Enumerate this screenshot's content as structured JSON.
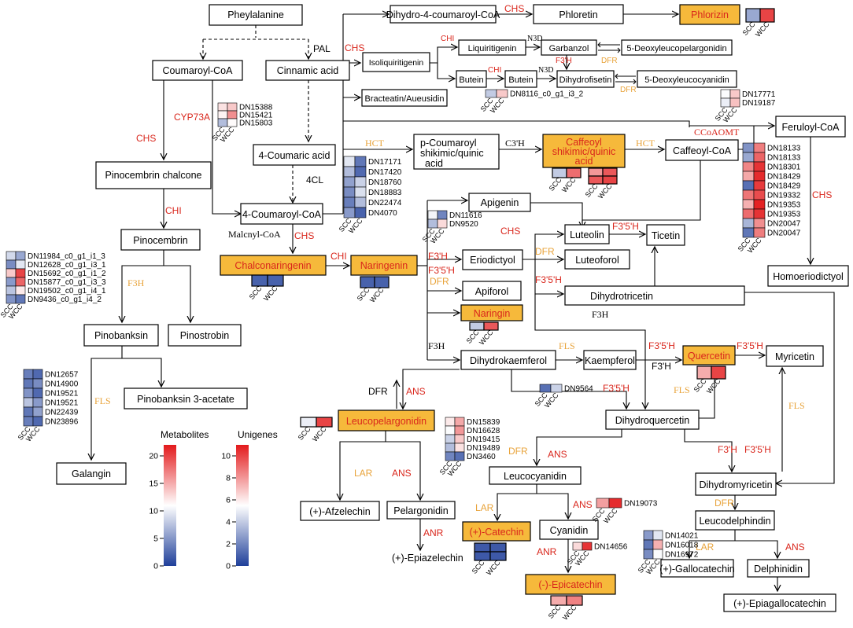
{
  "colors": {
    "highlight_fill": "#f6b93b",
    "enzyme_red": "#d9261c",
    "enzyme_orange": "#e8a33a",
    "scale_low": "#1f3f9a",
    "scale_mid": "#ffffff",
    "scale_high": "#e31a1c"
  },
  "compounds": {
    "phe": "Pheylalanine",
    "coumaroyl_coa": "Coumaroyl-CoA",
    "cinnamic": "Cinnamic acid",
    "coumaric_4": "4-Coumaric acid",
    "coumaroyl_coa_4": "4-Coumaroyl-CoA",
    "pinocembrin_chalcone": "Pinocembrin chalcone",
    "pinocembrin": "Pinocembrin",
    "pinobanksin": "Pinobanksin",
    "pinostrobin": "Pinostrobin",
    "pinobanksin_acetate": "Pinobanksin 3-acetate",
    "galangin": "Galangin",
    "dihydro_coumaroyl": "Dihydro-4-coumaroyl-CoA",
    "phloretin": "Phloretin",
    "phlorizin": "Phlorizin",
    "isoliquiritigenin": "Isoliquiritigenin",
    "liquiritigenin": "Liquiritigenin",
    "garbanzol": "Garbanzol",
    "deoxyleucopelargonidin": "5-Deoxyleucopelargonidin",
    "butein1": "Butein",
    "butein2": "Butein",
    "dihydrofisetin": "Dihydrofisetin",
    "deoxyleucocyanidin": "5-Deoxyleucocyanidin",
    "bracteatin": "Bracteatin/Aueusidin",
    "p_coumaroyl_l1": "p-Coumaroyl",
    "p_coumaroyl_l2": "shikimic/quinic",
    "p_coumaroyl_l3": "acid",
    "caffeoyl_shik_l1": "Caffeoyl",
    "caffeoyl_shik_l2": "shikimic/quinic",
    "caffeoyl_shik_l3": "acid",
    "caffeoyl_coa": "Caffeoyl-CoA",
    "feruloyl_coa": "Feruloyl-CoA",
    "homoeriodictyol": "Homoeriodictyol",
    "chalconaringenin": "Chalconaringenin",
    "naringenin": "Naringenin",
    "apigenin": "Apigenin",
    "eriodictyol": "Eriodictyol",
    "luteolin": "Luteolin",
    "ticetin": "Ticetin",
    "luteoforol": "Luteoforol",
    "apiforol": "Apiforol",
    "naringin": "Naringin",
    "dihydrotricetin": "Dihydrotricetin",
    "dihydrokaempferol": "Dihydrokaemferol",
    "kaempferol": "Kaempferol",
    "quercetin": "Quercetin",
    "myricetin": "Myricetin",
    "leucopelargonidin": "Leucopelargonidin",
    "dihydroquercetin": "Dihydroquercetin",
    "leucocyanidin": "Leucocyanidin",
    "dihydromyricetin": "Dihydromyricetin",
    "afzelechin": "(+)-Afzelechin",
    "pelargonidin": "Pelargonidin",
    "epiazelechin": "(+)-Epiazelechin",
    "catechin": "(+)-Catechin",
    "cyanidin": "Cyanidin",
    "epicatechin": "(-)-Epicatechin",
    "leucodelphinidin": "Leucodelphindin",
    "gallocatechin": "(+)-Gallocatechin",
    "delphinidin": "Delphinidin",
    "epigallocatechin": "(+)-Epiagallocatechin"
  },
  "enzymes": {
    "pal": "PAL",
    "cyp73a": "CYP73A",
    "chs_left": "CHS",
    "chi_left": "CHI",
    "f3h_left": "F3H",
    "fls_left": "FLS",
    "cl4": "4CL",
    "malonyl": "Malcnyl-CoA",
    "chs_mid": "CHS",
    "chi_mid": "CHI",
    "chs_top": "CHS",
    "chs_top2": "CHS",
    "chi_small": "CHI",
    "n3d_1": "N3D",
    "f3h_small": "F3'H",
    "dfr_small1": "DFR",
    "chi_small2": "CHI",
    "n3d_2": "N3D",
    "dfr_small2": "DFR",
    "hct1": "HCT",
    "c3h": "C3'H",
    "hct2": "HCT",
    "ccoaomt": "CCoAOMT",
    "chs_right": "CHS",
    "chs_api": "CHS",
    "f3h_erio": "F3'H",
    "f35h_erio": "F3'5'H",
    "dfr_lute": "DFR",
    "f35h_lute": "F3'5'H",
    "dfr_api": "DFR",
    "f35h_dht": "F3'5'H",
    "f3h_dht": "F3H",
    "f3h_dhk": "F3H",
    "fls_dhk": "FLS",
    "f35h_k": "F3'5'H",
    "f3h_k": "F3'H",
    "f35h_q": "F3'5'H",
    "f35h_dhq": "F3'5'H",
    "fls_q": "FLS",
    "fls_myr": "FLS",
    "dfr_lp": "DFR",
    "ans_lp": "ANS",
    "dfr_lc": "DFR",
    "ans_lc": "ANS",
    "lar_afz": "LAR",
    "ans_pel": "ANS",
    "anr_epz": "ANR",
    "lar_cat": "LAR",
    "ans_cya": "ANS",
    "anr_epi": "ANR",
    "f3h_dhm": "F3'H",
    "f35h_dhm": "F3'5'H",
    "dfr_ld": "DFR",
    "lar_gc": "LAR",
    "ans_del": "ANS"
  },
  "sample_labels": {
    "a": "SCC",
    "b": "WCC"
  },
  "heatmaps": {
    "cyp73a": {
      "genes": [
        "DN15388",
        "DN15421",
        "DN15803"
      ],
      "values": [
        [
          6.2,
          6.8
        ],
        [
          5.8,
          8.2
        ],
        [
          3.6,
          5.6
        ]
      ]
    },
    "cl4": {
      "genes": [
        "DN17171",
        "DN17420",
        "DN18760",
        "DN18883",
        "DN22474",
        "DN4070"
      ],
      "values": [
        [
          4.8,
          1.6
        ],
        [
          3.6,
          1.2
        ],
        [
          2.8,
          4.2
        ],
        [
          2.2,
          4.6
        ],
        [
          1.8,
          3.6
        ],
        [
          2.6,
          1.0
        ]
      ]
    },
    "f3h_left": {
      "genes": [
        "DN11984_c0_g1_i1_3",
        "DN12628_c0_g1_i3_1",
        "DN15692_c0_g1_i1_2",
        "DN15877_c0_g1_i3_3",
        "DN19502_c0_g1_i4_1",
        "DN9436_c0_g1_i4_2"
      ],
      "values": [
        [
          4.4,
          3.0
        ],
        [
          2.2,
          4.8
        ],
        [
          6.8,
          10.0
        ],
        [
          2.6,
          9.2
        ],
        [
          3.8,
          6.0
        ],
        [
          2.4,
          1.6
        ]
      ]
    },
    "fls_left": {
      "genes": [
        "DN12657",
        "DN14900",
        "DN19521",
        "DN19521",
        "DN22439",
        "DN23896"
      ],
      "values": [
        [
          1.8,
          1.2
        ],
        [
          1.6,
          2.2
        ],
        [
          2.4,
          1.2
        ],
        [
          3.8,
          2.6
        ],
        [
          1.6,
          2.8
        ],
        [
          1.8,
          1.2
        ]
      ]
    },
    "butein": {
      "genes": [
        "DN8116_c0_g1_i3_2"
      ],
      "values": [
        [
          4.0,
          6.8
        ]
      ]
    },
    "f3h_top_right": {
      "genes": [
        "DN17771",
        "DN19187"
      ],
      "values": [
        [
          5.4,
          6.8
        ],
        [
          5.0,
          7.0
        ]
      ]
    },
    "chs_right": {
      "genes": [
        "DN18133",
        "DN18133",
        "DN18301",
        "DN18429",
        "DN18429",
        "DN19332",
        "DN19353",
        "DN19353",
        "DN20047",
        "DN20047"
      ],
      "values": [
        [
          2.4,
          8.6
        ],
        [
          3.0,
          9.2
        ],
        [
          8.4,
          10.4
        ],
        [
          7.6,
          10.6
        ],
        [
          1.4,
          10.2
        ],
        [
          8.8,
          9.8
        ],
        [
          7.4,
          10.8
        ],
        [
          9.0,
          10.4
        ],
        [
          3.4,
          8.2
        ],
        [
          1.6,
          8.6
        ]
      ]
    },
    "apigenin": {
      "genes": [
        "DN11616",
        "DN9520"
      ],
      "values": [
        [
          5.2,
          2.0
        ],
        [
          3.6,
          6.4
        ]
      ]
    },
    "dhq": {
      "genes": [
        "DN9564"
      ],
      "values": [
        [
          1.4,
          4.2
        ]
      ]
    },
    "ans_lc": {
      "genes": [
        "DN15839",
        "DN16628",
        "DN19415",
        "DN19489",
        "DN3460"
      ],
      "values": [
        [
          6.0,
          7.6
        ],
        [
          5.4,
          8.0
        ],
        [
          4.2,
          6.8
        ],
        [
          3.6,
          6.2
        ],
        [
          2.0,
          1.4
        ]
      ]
    },
    "ans_cya": {
      "genes": [
        "DN19073"
      ],
      "values": [
        [
          7.8,
          10.6
        ]
      ]
    },
    "anr_epi": {
      "genes": [
        "DN14656"
      ],
      "values": [
        [
          6.4,
          10.4
        ]
      ]
    },
    "lar_gc": {
      "genes": [
        "DN14021",
        "DN16018",
        "DN16972"
      ],
      "values": [
        [
          2.6,
          4.8
        ],
        [
          1.6,
          7.4
        ],
        [
          2.2,
          5.4
        ]
      ]
    }
  },
  "metabolite_heatmaps": {
    "phlorizin": [
      6.0,
      20.0
    ],
    "chalconaringenin": [
      2.0,
      2.0
    ],
    "naringenin": [
      2.0,
      2.0
    ],
    "naringin": [
      8.0,
      19.0
    ],
    "caffeoyl_a": [
      8.0,
      18.0
    ],
    "caffeoyl_b": [
      [
        16.0,
        19.0
      ],
      [
        19.0,
        20.0
      ]
    ],
    "quercetin": [
      15.0,
      20.0
    ],
    "leucopelargonidin": [
      10.0,
      20.0
    ],
    "catechin": [
      [
        1.5,
        1.5
      ],
      [
        1.5,
        1.5
      ]
    ],
    "epicatechin": [
      15.0,
      17.0
    ]
  },
  "legend": {
    "metabolites_title": "Metabolites",
    "metabolites_ticks": [
      "20",
      "15",
      "10",
      "5",
      "0"
    ],
    "metabolites_range": [
      0,
      22
    ],
    "unigenes_title": "Unigenes",
    "unigenes_ticks": [
      "10",
      "8",
      "6",
      "4",
      "2",
      "0"
    ],
    "unigenes_range": [
      0,
      11
    ]
  }
}
